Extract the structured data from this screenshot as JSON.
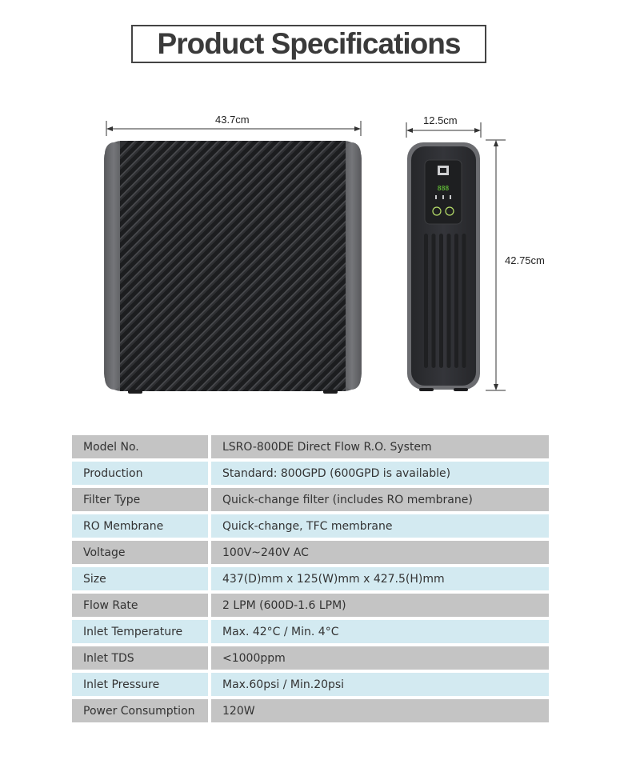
{
  "title": "Product Specifications",
  "dimensions": {
    "front_width": "43.7cm",
    "side_depth": "12.5cm",
    "side_height": "42.75cm",
    "display_digits": "888"
  },
  "colors": {
    "row_gray": "#c4c4c4",
    "row_blue": "#d3eaf1",
    "body_dark": "#2e2f31",
    "side_gray": "#66676a"
  },
  "specs": [
    {
      "label": "Model No.",
      "value": "LSRO-800DE Direct Flow R.O. System"
    },
    {
      "label": "Production",
      "value": "Standard: 800GPD (600GPD is available)"
    },
    {
      "label": "Filter Type",
      "value": "Quick-change filter (includes RO membrane)"
    },
    {
      "label": "RO Membrane",
      "value": "Quick-change, TFC membrane"
    },
    {
      "label": "Voltage",
      "value": "100V~240V AC"
    },
    {
      "label": "Size",
      "value": "437(D)mm x 125(W)mm x 427.5(H)mm"
    },
    {
      "label": "Flow Rate",
      "value": "2 LPM (600D-1.6 LPM)"
    },
    {
      "label": "Inlet Temperature",
      "value": "Max. 42°C / Min. 4°C"
    },
    {
      "label": "Inlet TDS",
      "value": "<1000ppm"
    },
    {
      "label": "Inlet Pressure",
      "value": "Max.60psi / Min.20psi"
    },
    {
      "label": "Power Consumption",
      "value": "120W"
    }
  ]
}
